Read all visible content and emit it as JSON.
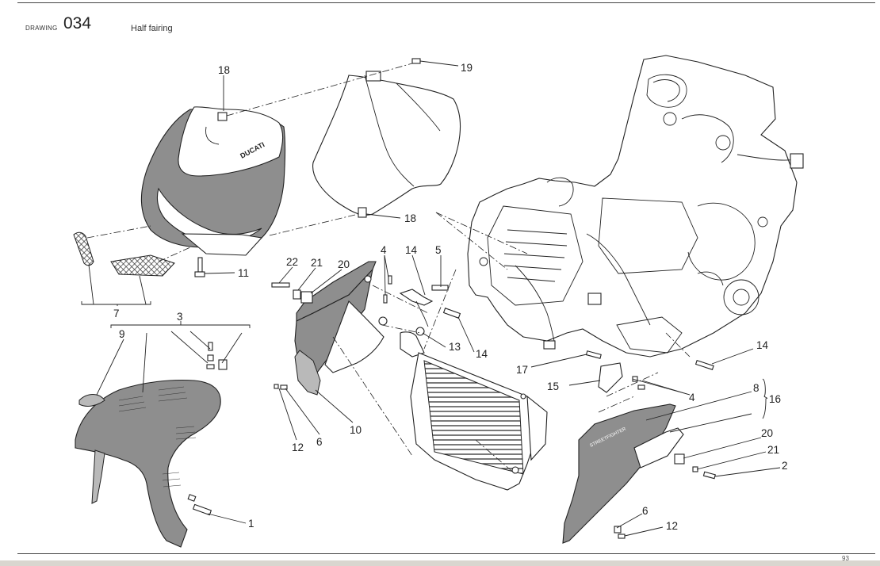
{
  "header": {
    "drawing_label": "DRAWING",
    "drawing_number": "034",
    "title": "Half fairing"
  },
  "footer": {
    "page_number": "93"
  },
  "callouts": [
    {
      "id": "c-18-top",
      "text": "18"
    },
    {
      "id": "c-19",
      "text": "19"
    },
    {
      "id": "c-18-mid",
      "text": "18"
    },
    {
      "id": "c-11",
      "text": "11"
    },
    {
      "id": "c-7",
      "text": "7"
    },
    {
      "id": "c-3",
      "text": "3"
    },
    {
      "id": "c-9",
      "text": "9"
    },
    {
      "id": "c-1",
      "text": "1"
    },
    {
      "id": "c-22",
      "text": "22"
    },
    {
      "id": "c-21-left",
      "text": "21"
    },
    {
      "id": "c-20-left",
      "text": "20"
    },
    {
      "id": "c-4-left",
      "text": "4"
    },
    {
      "id": "c-14-left",
      "text": "14"
    },
    {
      "id": "c-5",
      "text": "5"
    },
    {
      "id": "c-13",
      "text": "13"
    },
    {
      "id": "c-14-mid",
      "text": "14"
    },
    {
      "id": "c-12-left",
      "text": "12"
    },
    {
      "id": "c-6-left",
      "text": "6"
    },
    {
      "id": "c-10",
      "text": "10"
    },
    {
      "id": "c-17",
      "text": "17"
    },
    {
      "id": "c-15",
      "text": "15"
    },
    {
      "id": "c-14-right",
      "text": "14"
    },
    {
      "id": "c-4-right",
      "text": "4"
    },
    {
      "id": "c-8",
      "text": "8"
    },
    {
      "id": "c-16",
      "text": "16"
    },
    {
      "id": "c-20-right",
      "text": "20"
    },
    {
      "id": "c-21-right",
      "text": "21"
    },
    {
      "id": "c-2",
      "text": "2"
    },
    {
      "id": "c-6-right",
      "text": "6"
    },
    {
      "id": "c-12-right",
      "text": "12"
    }
  ],
  "logo_text": "DUCATI",
  "panel_text": "STREETFIGHTER"
}
